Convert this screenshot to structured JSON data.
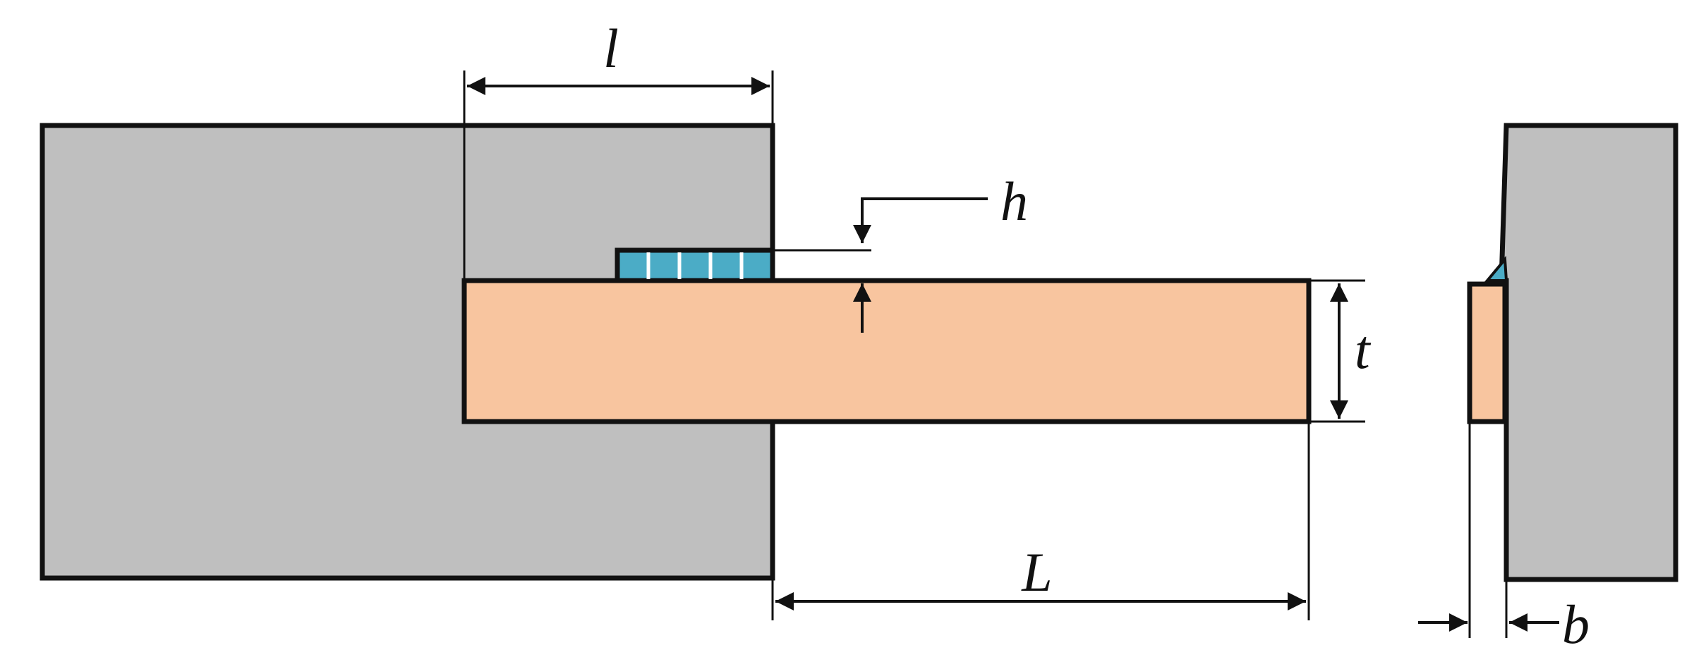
{
  "labels": {
    "overlap_length": "l",
    "weld_height": "h",
    "plate_thickness": "t",
    "free_length": "L",
    "width": "b"
  },
  "colors": {
    "base_block": "#bfbfbf",
    "plate": "#f8c59f",
    "weld": "#4bacc6",
    "outline": "#111111",
    "background": "#ffffff"
  }
}
